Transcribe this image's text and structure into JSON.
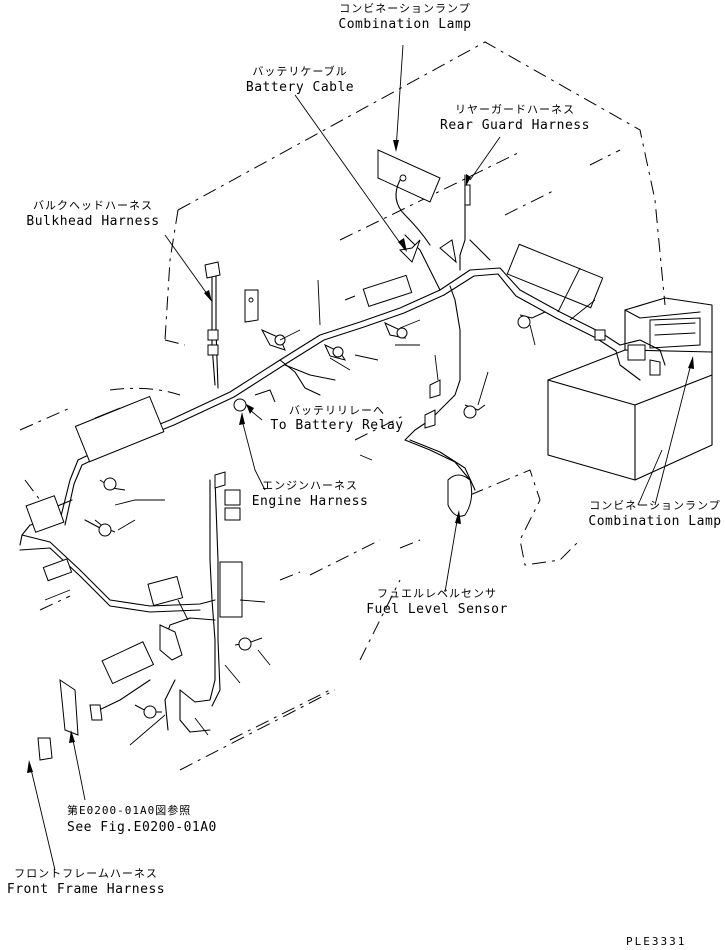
{
  "labels": {
    "combination_lamp_top": {
      "jp": "コンビネーションランプ",
      "en": "Combination Lamp"
    },
    "battery_cable": {
      "jp": "バッテリケーブル",
      "en": "Battery Cable"
    },
    "rear_guard_harness": {
      "jp": "リヤーガードハーネス",
      "en": "Rear Guard Harness"
    },
    "bulkhead_harness": {
      "jp": "バルクヘッドハーネス",
      "en": "Bulkhead Harness"
    },
    "to_battery_relay": {
      "jp": "バッテリリレーへ",
      "en": "To Battery Relay"
    },
    "engine_harness": {
      "jp": "エンジンハーネス",
      "en": "Engine Harness"
    },
    "combination_lamp_right": {
      "jp": "コンビネーションランプ",
      "en": "Combination Lamp"
    },
    "fuel_level_sensor": {
      "jp": "フュエルレベルセンサ",
      "en": "Fuel Level Sensor"
    },
    "see_fig": {
      "jp": "第E0200-01A0図参照",
      "en": "See Fig.E0200-01A0"
    },
    "front_frame_harness": {
      "jp": "フロントフレームハーネス",
      "en": "Front Frame Harness"
    }
  },
  "drawing_number": "PLE3331"
}
